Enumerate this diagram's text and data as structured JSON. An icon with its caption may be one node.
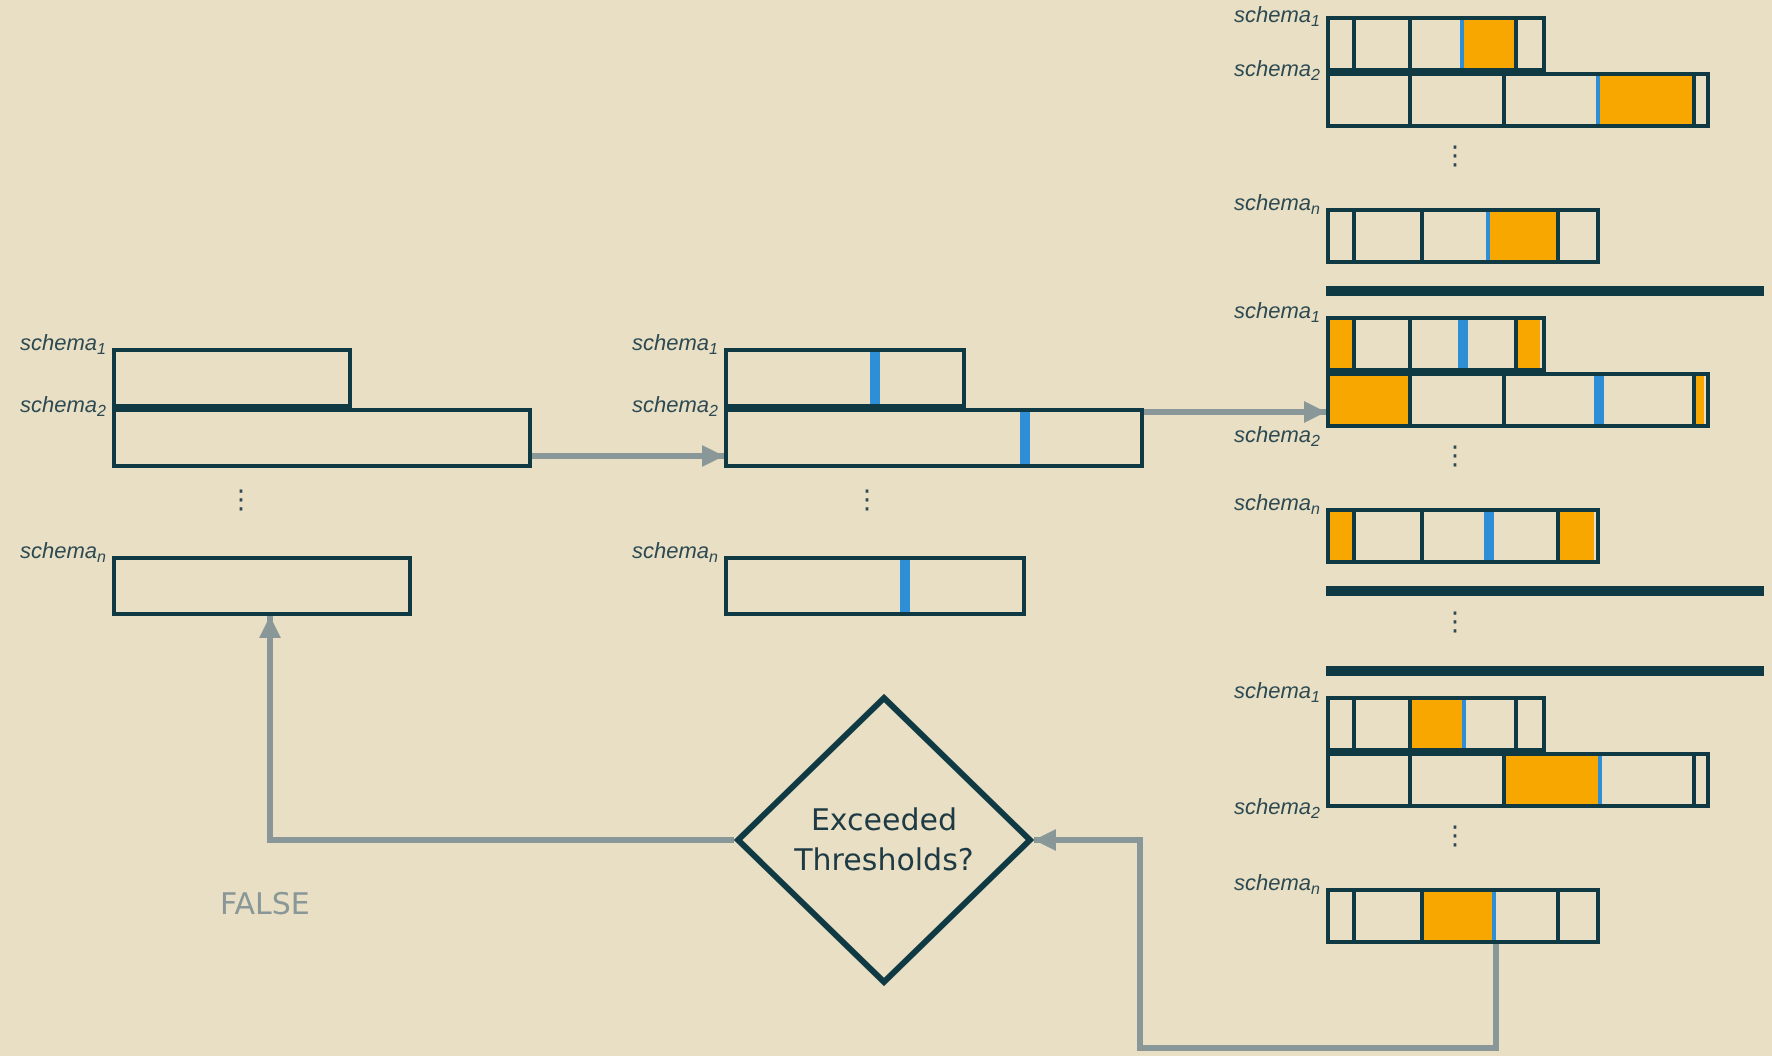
{
  "diagram": {
    "nodes": [
      {
        "text": [],
        "shape": "bar",
        "beside": [
          "schema$_{1}$"
        ]
      },
      {
        "text": [],
        "shape": "bar",
        "beside": [
          "schema$_{2}$"
        ]
      },
      {
        "text": [],
        "shape": "bar",
        "beside": [
          "schema$_{n}$"
        ]
      },
      {
        "text": [],
        "shape": "bar",
        "beside": [
          "schema$_{1}$"
        ]
      },
      {
        "text": [],
        "shape": "bar",
        "beside": [
          "schema$_{2}$"
        ]
      },
      {
        "text": [],
        "shape": "bar",
        "beside": [
          "schema$_{n}$"
        ]
      },
      {
        "text": [],
        "shape": "bar",
        "beside": [
          "schema$_{1}$"
        ]
      },
      {
        "text": [],
        "shape": "bar",
        "beside": [
          "schema$_{2}$"
        ]
      },
      {
        "text": [],
        "shape": "bar",
        "beside": [
          "schema$_{n}$"
        ]
      },
      {
        "text": [],
        "shape": "bar",
        "beside": [
          "schema$_{1}$"
        ]
      },
      {
        "text": [],
        "shape": "bar",
        "beside": [
          "schema$_{2}$"
        ]
      },
      {
        "text": [],
        "shape": "bar",
        "beside": [
          "schema$_{n}$"
        ]
      },
      {
        "text": [],
        "shape": "bar",
        "beside": [
          "schema$_{1}$"
        ]
      },
      {
        "text": [],
        "shape": "bar",
        "beside": [
          "schema$_{2}$"
        ]
      },
      {
        "text": [],
        "shape": "bar",
        "beside": [
          "schema$_{n}$"
        ]
      },
      {
        "text": [
          "Exceeded Thresholds?"
        ]
      }
    ],
    "edges": [
      {
        "from": 1,
        "to": 4,
        "arrow": "to"
      },
      {
        "from": 4,
        "to": 10,
        "arrow": "to"
      },
      {
        "from": 14,
        "to": 15,
        "arrow": "to"
      },
      {
        "from": 15,
        "to": 2,
        "arrow": "to",
        "label": "FALSE"
      }
    ],
    "labels": [
      "⋮",
      "⋮",
      "⋮",
      "⋮",
      "⋮",
      "⋮"
    ]
  }
}
